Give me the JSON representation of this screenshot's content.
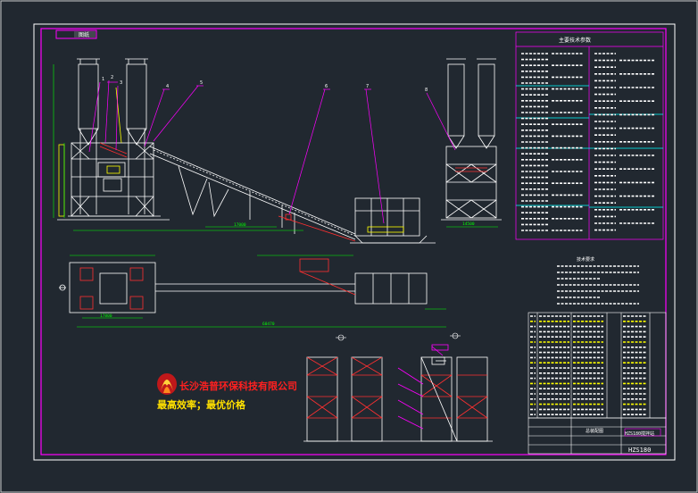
{
  "colors": {
    "background": "#212830",
    "frame": "#ffffff",
    "border": "#ff00ff",
    "structure": "#ffffff",
    "hoist": "#ff3030",
    "cyan": "#00ffff",
    "yellow": "#ffff00",
    "green": "#00ff00",
    "magenta": "#ff00ff",
    "company": "#ff2020",
    "slogan": "#ffe000"
  },
  "drawing": {
    "corner_tag": "图纸",
    "spec_title": "主要技术参数",
    "notes_title": "技术要求",
    "company_name": "长沙浩普环保科技有限公司",
    "slogan": "最高效率；最优价格",
    "title_block": {
      "project_name": "HZS180搅拌站",
      "drawing_number": "HZS180",
      "drawing_label": "总装配图"
    },
    "dimensions": {
      "span_main": "17000",
      "length_total": "60470",
      "side_width": "14500",
      "plan_left": "17800"
    },
    "callouts": [
      "1",
      "2",
      "3",
      "4",
      "5",
      "6",
      "7",
      "8"
    ]
  }
}
